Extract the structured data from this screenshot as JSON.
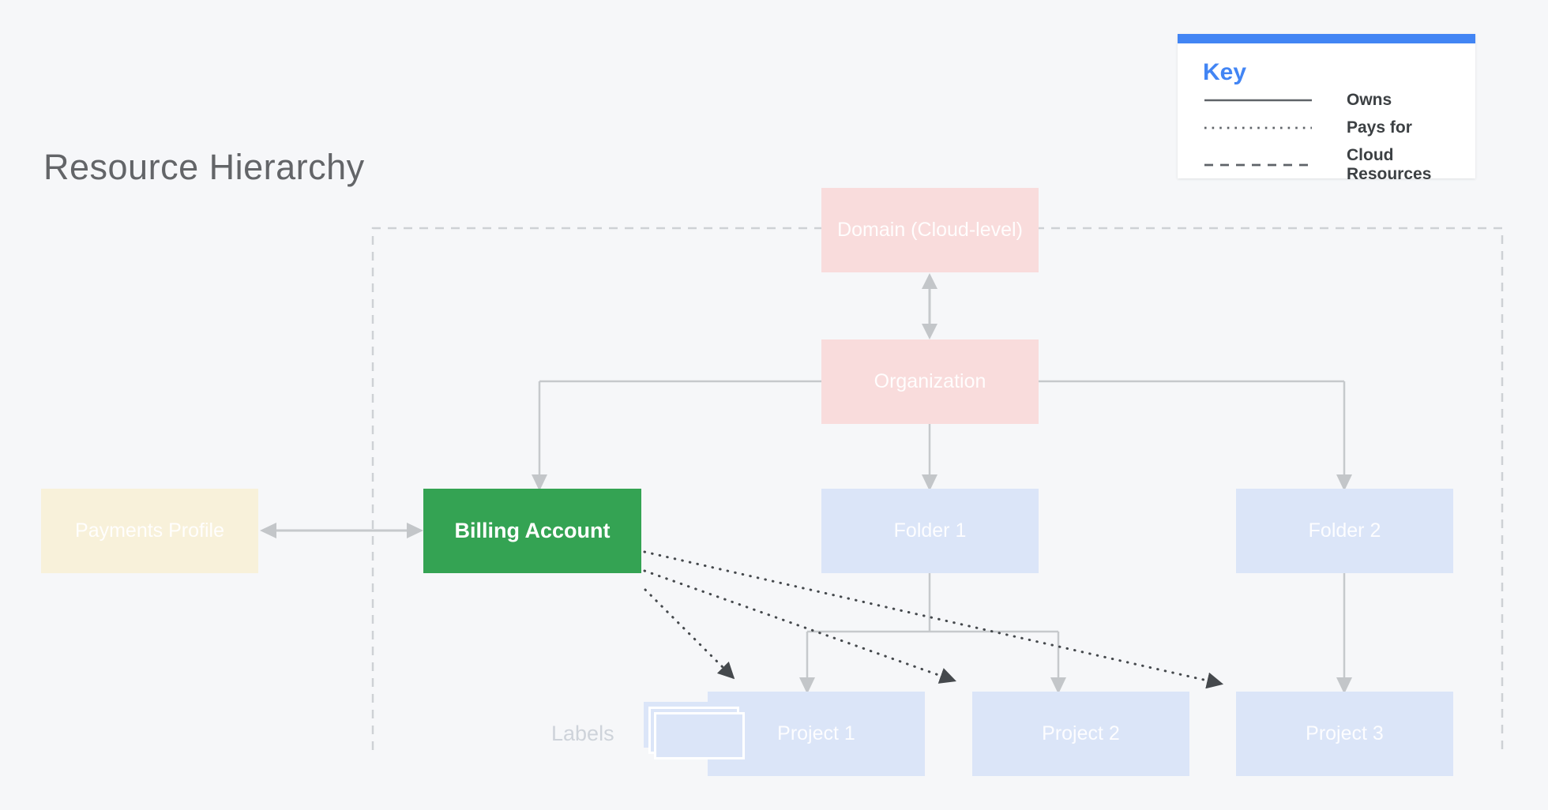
{
  "title": "Resource Hierarchy",
  "legend": {
    "title": "Key",
    "items": [
      {
        "style": "solid",
        "label": "Owns"
      },
      {
        "style": "dotted",
        "label": "Pays for"
      },
      {
        "style": "dashed",
        "label": "Cloud Resources"
      }
    ]
  },
  "nodes": {
    "domain": {
      "label": "Domain (Cloud-level)",
      "color": "#f9dcdc"
    },
    "organization": {
      "label": "Organization",
      "color": "#f9dcdc"
    },
    "payments_profile": {
      "label": "Payments Profile",
      "color": "#f8f1da"
    },
    "billing_account": {
      "label": "Billing Account",
      "color": "#34a353"
    },
    "folder1": {
      "label": "Folder 1",
      "color": "#dbe5f8"
    },
    "folder2": {
      "label": "Folder 2",
      "color": "#dbe5f8"
    },
    "project1": {
      "label": "Project 1",
      "color": "#dbe5f8"
    },
    "project2": {
      "label": "Project 2",
      "color": "#dbe5f8"
    },
    "project3": {
      "label": "Project 3",
      "color": "#dbe5f8"
    }
  },
  "annotations": {
    "labels_caption": "Labels"
  },
  "colors": {
    "background": "#f6f7f9",
    "accent_blue": "#4285f4",
    "connector_gray": "#c6c9cc",
    "dashed_boundary": "#ced1d5",
    "pays_for_dark": "#45494d",
    "title_gray": "#636568",
    "legend_text": "#3c4043"
  }
}
